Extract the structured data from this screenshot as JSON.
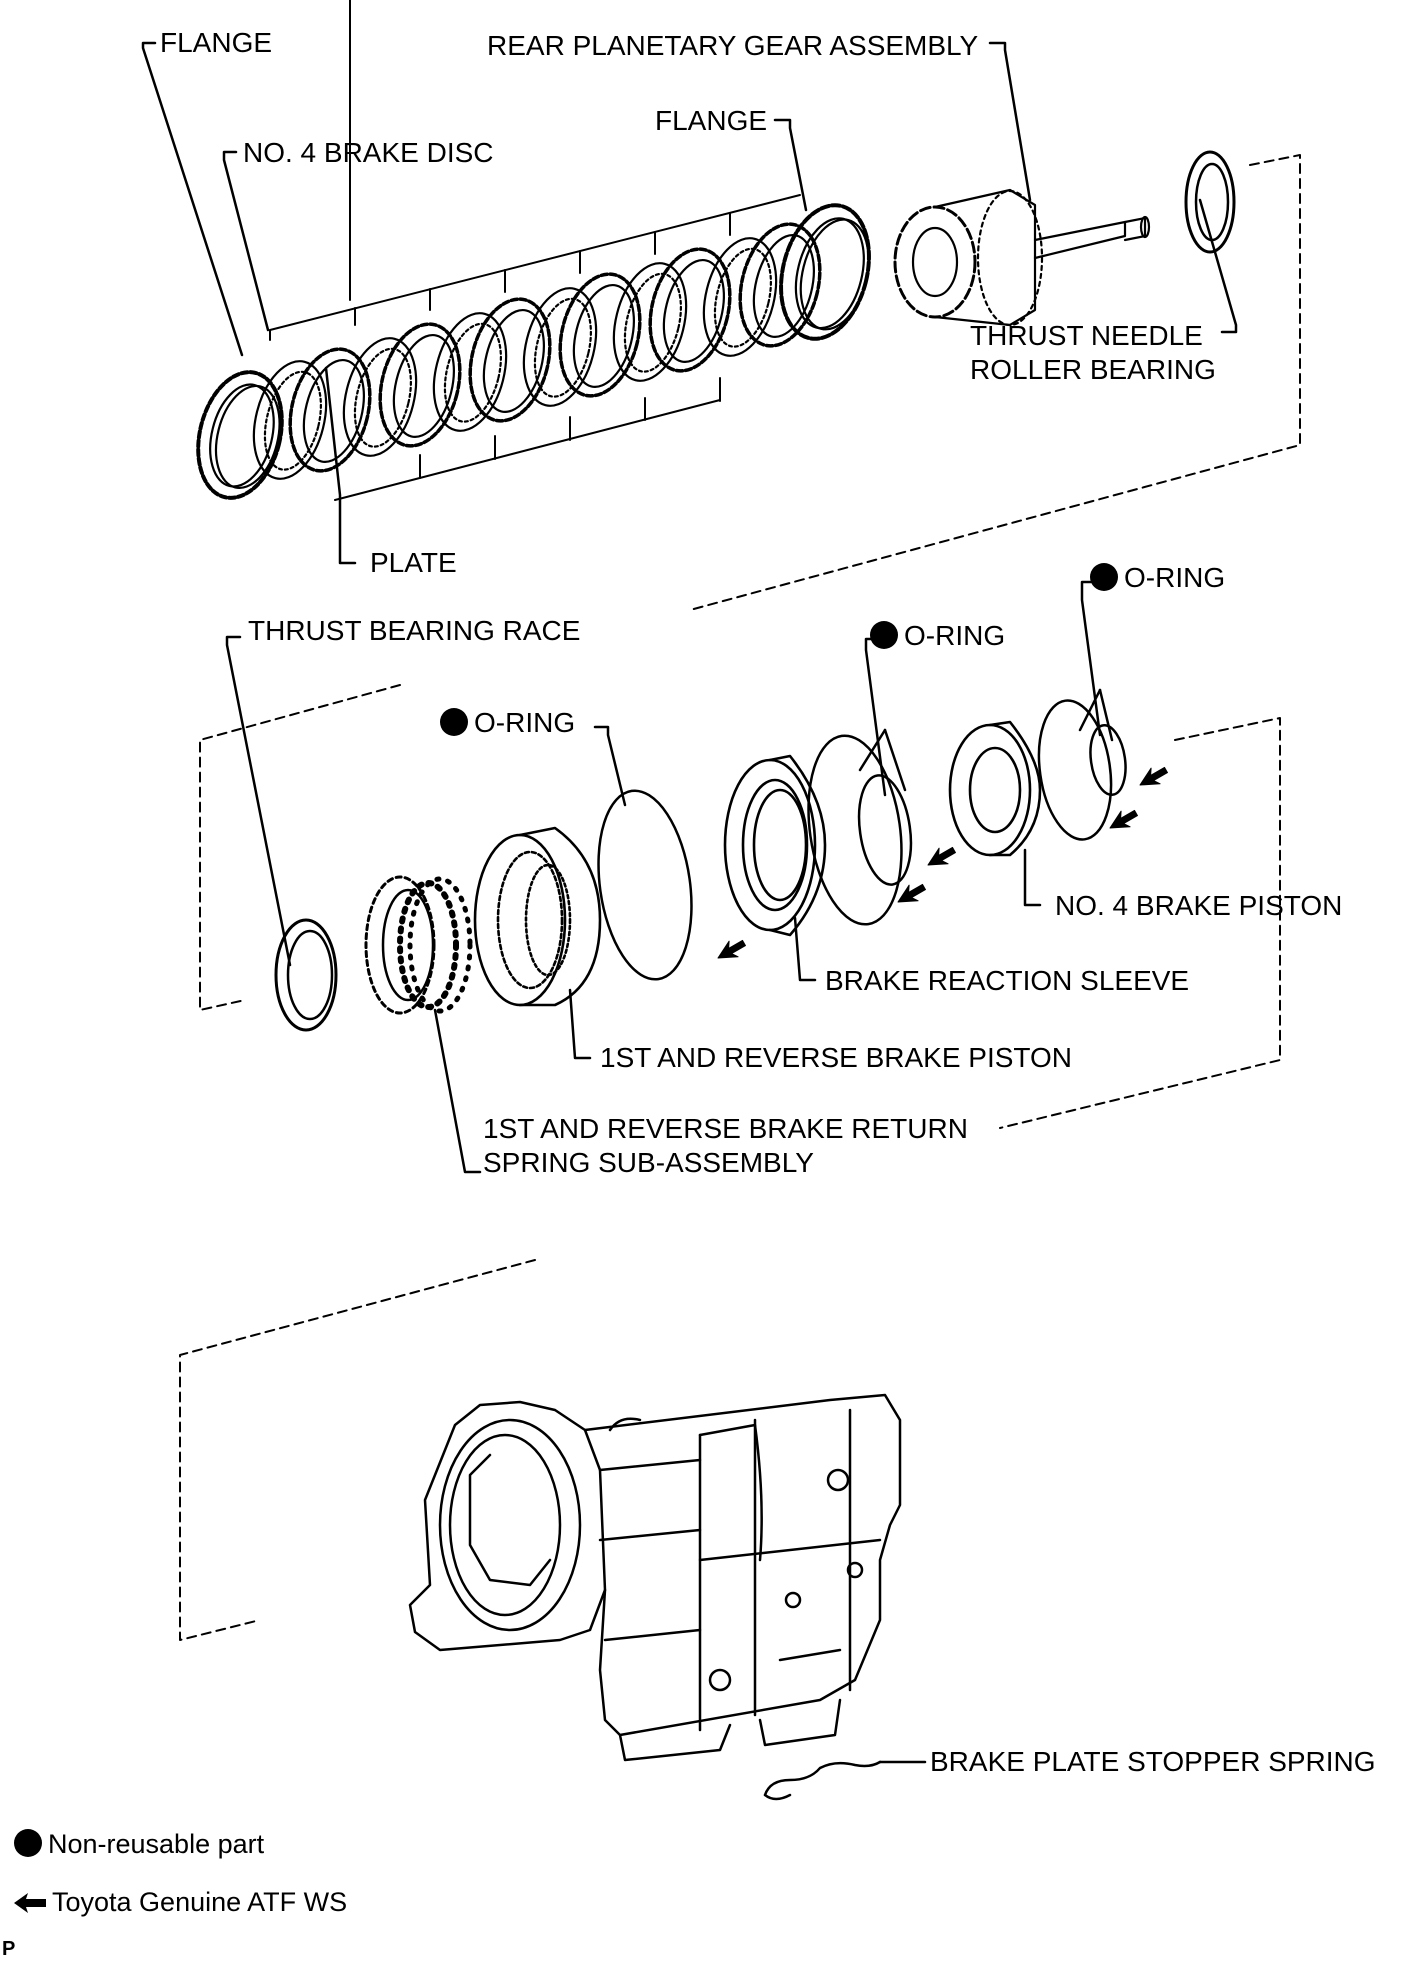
{
  "labels": {
    "flange_left": "FLANGE",
    "rear_planetary_gear_assembly": "REAR PLANETARY GEAR ASSEMBLY",
    "flange_right": "FLANGE",
    "no4_brake_disc": "NO. 4 BRAKE DISC",
    "thrust_needle_roller_bearing_line1": "THRUST NEEDLE",
    "thrust_needle_roller_bearing_line2": "ROLLER BEARING",
    "plate": "PLATE",
    "oring_top_right": "O-RING",
    "thrust_bearing_race": "THRUST BEARING RACE",
    "oring_middle": "O-RING",
    "oring_left": "O-RING",
    "no4_brake_piston": "NO. 4 BRAKE PISTON",
    "brake_reaction_sleeve": "BRAKE REACTION SLEEVE",
    "first_reverse_brake_piston": "1ST AND REVERSE BRAKE PISTON",
    "return_spring_line1": "1ST AND REVERSE BRAKE RETURN",
    "return_spring_line2": "SPRING SUB-ASSEMBLY",
    "brake_plate_stopper_spring": "BRAKE PLATE STOPPER SPRING"
  },
  "legend": {
    "non_reusable": "Non-reusable part",
    "atf": "Toyota Genuine ATF WS"
  },
  "corner_mark": "P",
  "icons": {
    "non_reusable_symbol": "filled-circle-icon",
    "atf_symbol": "arrow-left-icon"
  }
}
